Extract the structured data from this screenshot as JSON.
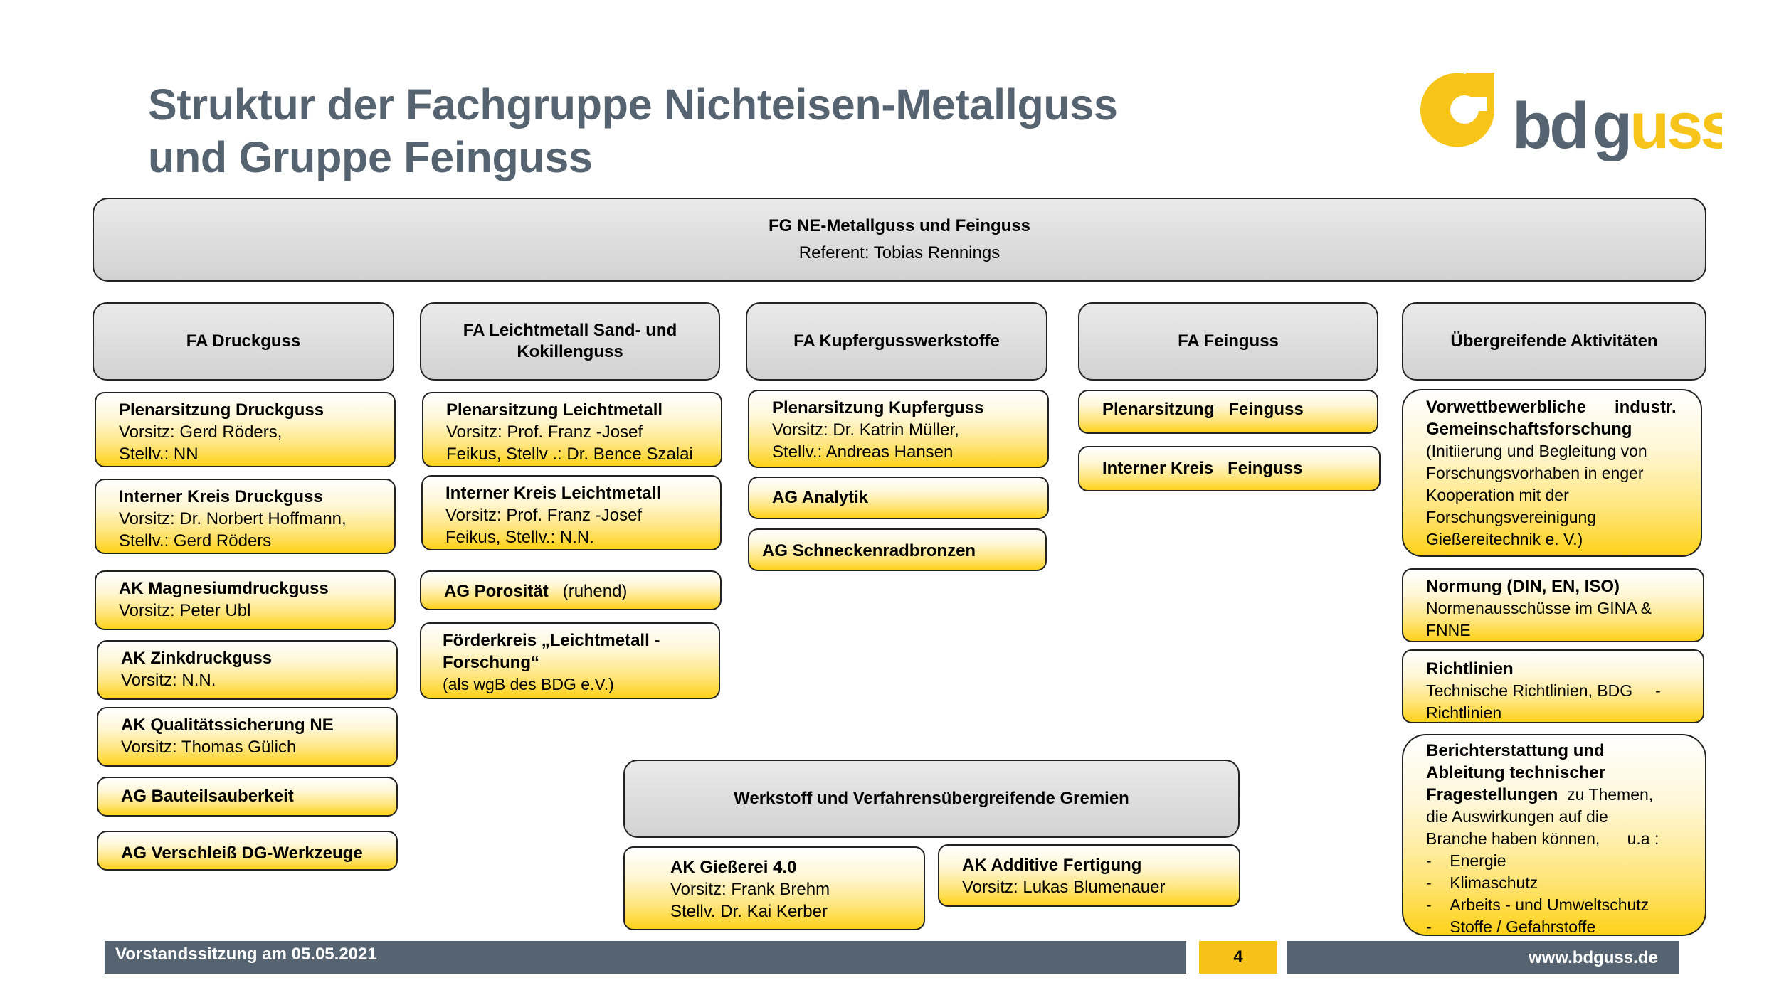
{
  "title": {
    "line1": "Struktur der Fachgruppe Nichteisen-Metallguss",
    "line2": "und Gruppe Feinguss"
  },
  "logo": {
    "text": "bdguss",
    "icon": "bdguss-logo-icon",
    "colors": {
      "yellow": "#f7c41a",
      "gray": "#566371"
    }
  },
  "top": {
    "title": "FG NE-Metallguss und Feinguss",
    "subtitle": "Referent: Tobias Rennings"
  },
  "columns": {
    "druckguss": "FA Druckguss",
    "leichtmetall": "FA Leichtmetall Sand- und Kokillenguss",
    "kupfer": "FA Kupfergusswerkstoffe",
    "feinguss": "FA Feinguss",
    "uebergreifend": "Übergreifende Aktivitäten"
  },
  "druckguss": [
    {
      "title": "Plenarsitzung Druckguss",
      "lines": [
        "Vorsitz:  Gerd Röders,",
        "Stellv.: NN"
      ]
    },
    {
      "title": "Interner Kreis Druckguss",
      "lines": [
        "Vorsitz: Dr. Norbert Hoffmann,",
        "Stellv.: Gerd Röders"
      ]
    },
    {
      "title": "AK Magnesiumdruckguss",
      "lines": [
        "Vorsitz: Peter   Ubl"
      ]
    },
    {
      "title": "AK Zinkdruckguss",
      "lines": [
        "Vorsitz: N.N."
      ]
    },
    {
      "title": "AK Qualitätssicherung NE",
      "lines": [
        "Vorsitz: Thomas   Gülich"
      ]
    },
    {
      "title": "AG Bauteilsauberkeit",
      "lines": []
    },
    {
      "title": "AG Verschleiß DG-Werkzeuge",
      "lines": []
    }
  ],
  "leichtmetall": [
    {
      "title": "Plenarsitzung Leichtmetall",
      "lines": [
        "Vorsitz: Prof. Franz  -Josef",
        "Feikus, Stellv .: Dr. Bence Szalai"
      ]
    },
    {
      "title": "Interner Kreis Leichtmetall",
      "lines": [
        "Vorsitz: Prof. Franz  -Josef",
        "Feikus, Stellv.: N.N."
      ]
    },
    {
      "title": "AG Porosität",
      "suffix": "(ruhend)",
      "lines": []
    },
    {
      "title": "Förderkreis „Leichtmetall   -",
      "title2": "Forschung“",
      "lines": [
        "(als wgB  des BDG e.V.)"
      ]
    }
  ],
  "kupfer": [
    {
      "title": "Plenarsitzung Kupferguss",
      "lines": [
        "Vorsitz: Dr. Katrin Müller,",
        "Stellv.: Andreas Hansen"
      ]
    },
    {
      "title": "AG Analytik",
      "lines": []
    },
    {
      "title": "AG Schneckenradbronzen",
      "lines": []
    }
  ],
  "feinguss": [
    {
      "title": "Plenarsitzung   Feinguss",
      "lines": []
    },
    {
      "title": "Interner Kreis   Feinguss",
      "lines": []
    }
  ],
  "uebergreifend": [
    {
      "title": "Vorwettbewerbliche      industr.",
      "title2": "Gemeinschaftsforschung",
      "lines": [
        "(Initiierung und Begleitung von",
        "Forschungsvorhaben in enger",
        "Kooperation mit der",
        "Forschungsvereinigung",
        "Gießereitechnik e. V.)"
      ]
    },
    {
      "title": "Normung (DIN, EN, ISO)",
      "lines": [
        "Normenausschüsse im GINA &",
        "FNNE"
      ]
    },
    {
      "title": "Richtlinien",
      "lines": [
        "Technische Richtlinien, BDG     -",
        "Richtlinien"
      ]
    },
    {
      "title": "Berichterstattung und",
      "title2": "Ableitung technischer",
      "title3": "Fragestellungen",
      "title3_suffix": "  zu Themen,",
      "lines": [
        "die Auswirkungen auf die",
        "Branche haben können,      u.a :"
      ],
      "bullets": [
        "Energie",
        "Klimaschutz",
        "Arbeits - und Umweltschutz",
        "Stoffe / Gefahrstoffe"
      ]
    }
  ],
  "werkstoff": {
    "title": "Werkstoff und Verfahrensübergreifende Gremien",
    "items": [
      {
        "title": "AK Gießerei 4.0",
        "lines": [
          "Vorsitz: Frank Brehm",
          "Stellv. Dr. Kai Kerber"
        ]
      },
      {
        "title": "AK Additive Fertigung",
        "lines": [
          "Vorsitz: Lukas Blumenauer"
        ]
      }
    ]
  },
  "footer": {
    "left": "Vorstandssitzung am 05.05.2021",
    "page": "4",
    "right": "www.bdguss.de"
  },
  "colors": {
    "gray_text": "#566371",
    "yellow": "#ffd21a",
    "page_box": "#f6c21a"
  }
}
